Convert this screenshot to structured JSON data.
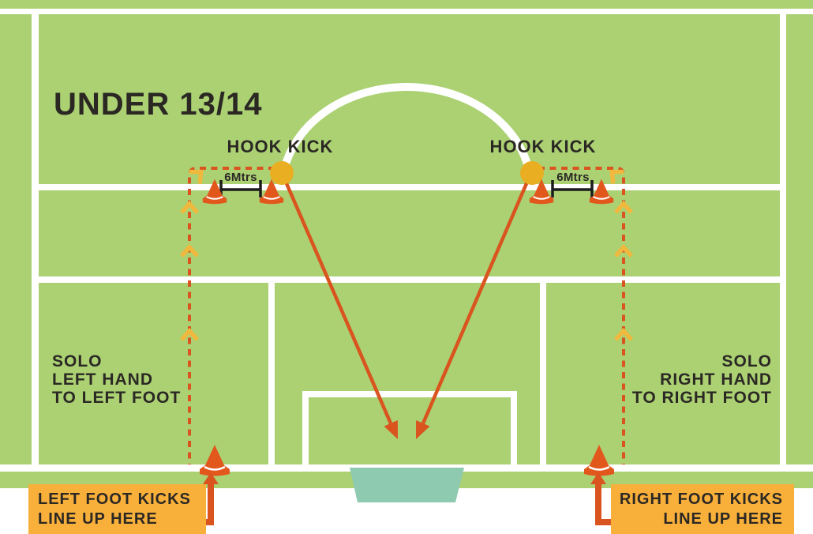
{
  "title": "UNDER 13/14",
  "labels": {
    "hook_kick_left": "HOOK KICK",
    "hook_kick_right": "HOOK KICK",
    "measure_left": "6Mtrs",
    "measure_right": "6Mtrs",
    "solo_left": "SOLO\nLEFT HAND\nTO LEFT FOOT",
    "solo_right": "SOLO\nRIGHT HAND\nTO RIGHT FOOT",
    "lineup_left": "LEFT FOOT KICKS\nLINE UP HERE",
    "lineup_right": "RIGHT FOOT KICKS\nLINE UP HERE"
  },
  "colors": {
    "field_green": "#abd173",
    "line_white": "#ffffff",
    "orange": "#d9541f",
    "cone_orange": "#e2571c",
    "ball_yellow": "#e9ae21",
    "chevron_yellow": "#f0b93e",
    "label_bg": "#f8b03b",
    "goal_teal": "#8dcab0",
    "text_dark": "#2b2824",
    "measure_black": "#1c1c1c"
  }
}
